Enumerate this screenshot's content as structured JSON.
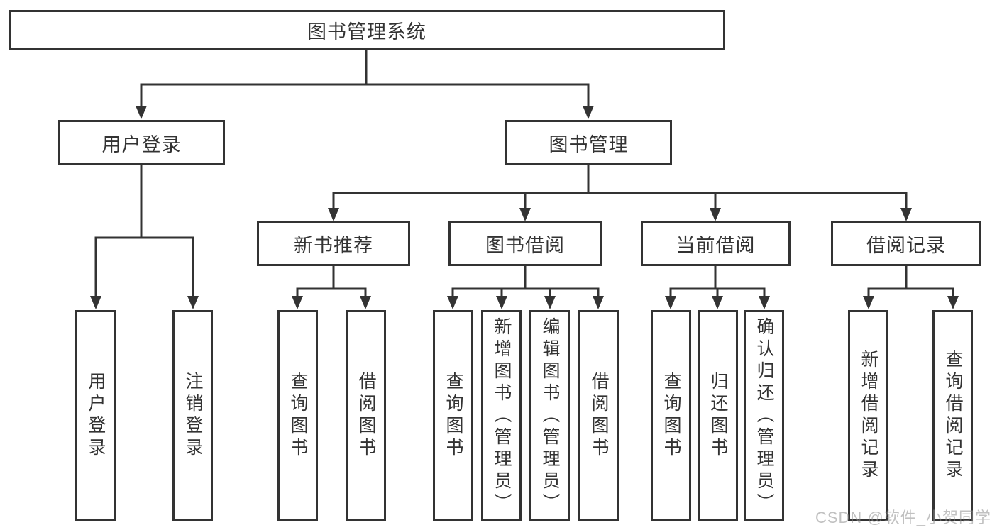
{
  "diagram": {
    "title": "图书管理系统",
    "branches": [
      {
        "label": "用户登录",
        "children": [
          "用户登录",
          "注销登录"
        ]
      },
      {
        "label": "图书管理",
        "children": [
          {
            "label": "新书推荐",
            "children": [
              "查询图书",
              "借阅图书"
            ]
          },
          {
            "label": "图书借阅",
            "children": [
              "查询图书",
              "新增图书（管理员）",
              "编辑图书（管理员）",
              "借阅图书"
            ]
          },
          {
            "label": "当前借阅",
            "children": [
              "查询图书",
              "归还图书",
              "确认归还（管理员）"
            ]
          },
          {
            "label": "借阅记录",
            "children": [
              "新增借阅记录",
              "查询借阅记录"
            ]
          }
        ]
      }
    ]
  },
  "watermark": {
    "text": "CSDN @软件_小贺同学"
  },
  "colors": {
    "line": "#333333",
    "text": "#333333",
    "background": "#ffffff",
    "watermark": "#8f8f8f"
  }
}
